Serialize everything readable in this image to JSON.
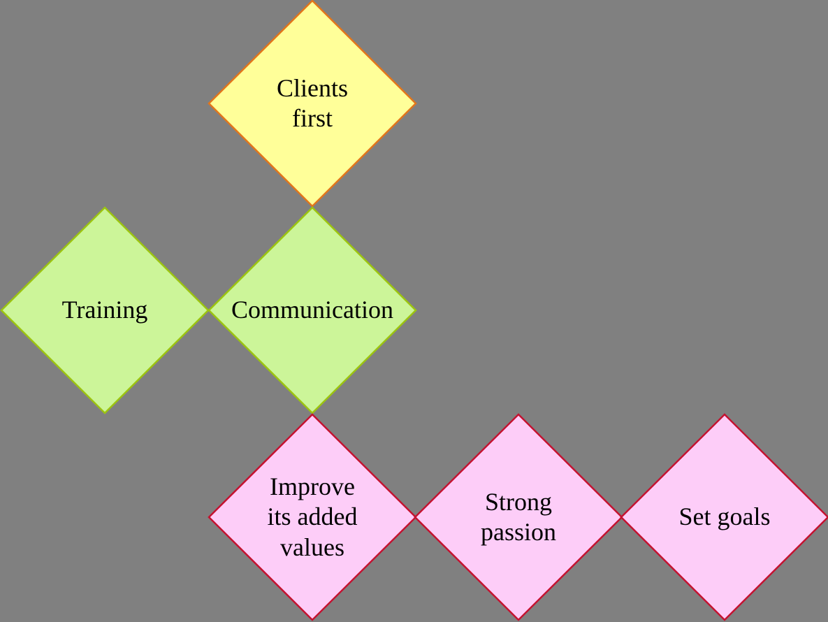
{
  "canvas": {
    "background_color": "#808080",
    "text_color": "#000000"
  },
  "diamonds": [
    {
      "id": "clients-first",
      "label": "Clients\nfirst",
      "fill": "#FFFF99",
      "border": "#E2761B"
    },
    {
      "id": "training",
      "label": "Training",
      "fill": "#CCF599",
      "border": "#9CC410"
    },
    {
      "id": "communication",
      "label": "Communication",
      "fill": "#CCF599",
      "border": "#9CC410"
    },
    {
      "id": "improve-its-added-values",
      "label": "Improve\nits added\nvalues",
      "fill": "#FDCDF8",
      "border": "#C41230"
    },
    {
      "id": "strong-passion",
      "label": "Strong\npassion",
      "fill": "#FDCDF8",
      "border": "#C41230"
    },
    {
      "id": "set-goals",
      "label": "Set goals",
      "fill": "#FDCDF8",
      "border": "#C41230"
    }
  ]
}
